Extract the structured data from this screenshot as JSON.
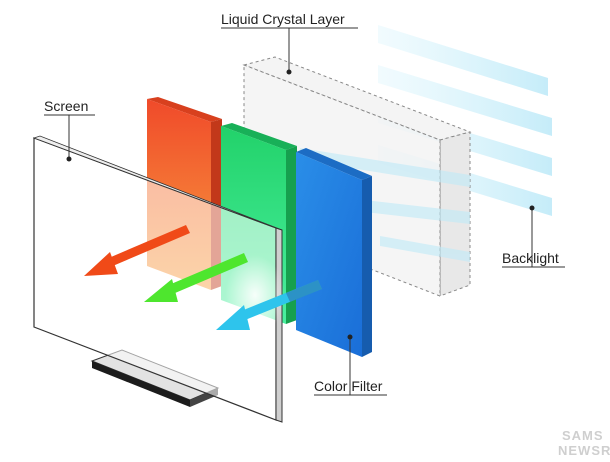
{
  "labels": {
    "liquid_crystal_layer": "Liquid Crystal Layer",
    "screen": "Screen",
    "backlight": "Backlight",
    "color_filter": "Color Filter"
  },
  "watermark": {
    "line1": "SAMS",
    "line2": "NEWSR"
  },
  "colors": {
    "red_filter": "#f05a28",
    "green_filter": "#22d66a",
    "blue_filter": "#2a8ee8",
    "red_arrow": "#f04a18",
    "green_arrow": "#4ee62e",
    "blue_arrow": "#2ec4ec",
    "backlight_beam": "#bfeaf8",
    "outline": "#333333"
  },
  "icons": [
    "screen-icon",
    "color-filter-icon",
    "liquid-crystal-icon",
    "backlight-icon",
    "light-arrow-icon"
  ]
}
